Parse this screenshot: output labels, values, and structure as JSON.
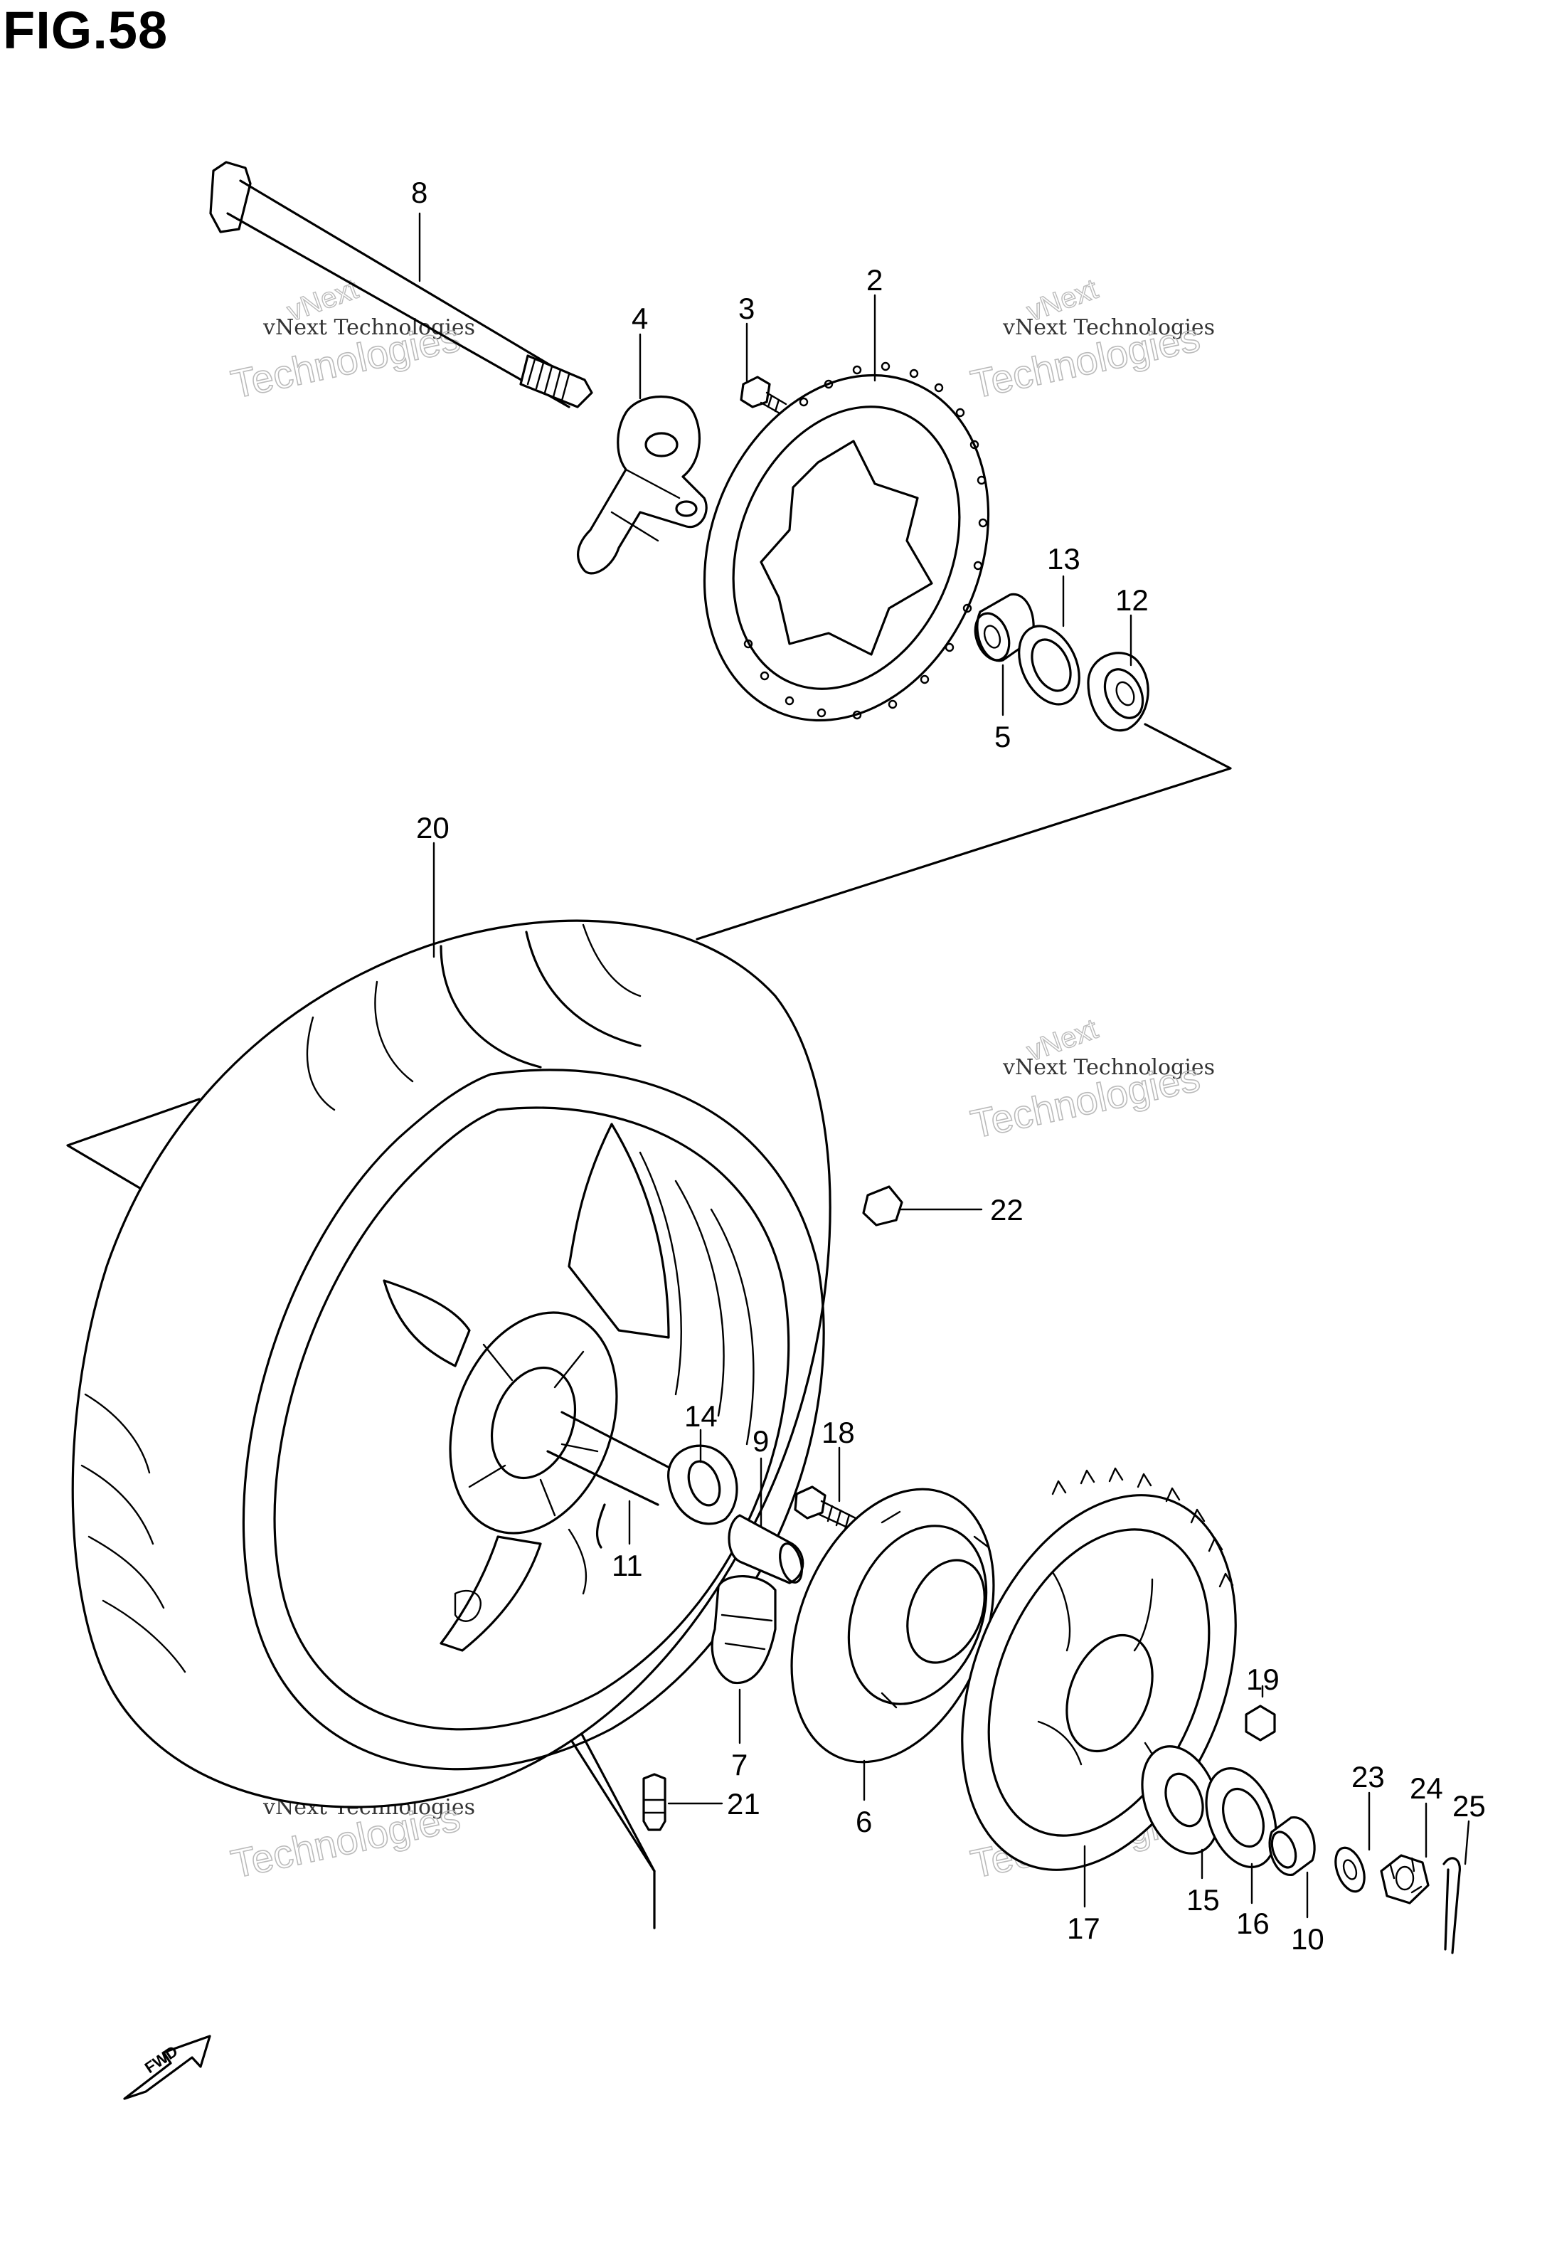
{
  "figure": {
    "title": "FIG.58"
  },
  "watermark": {
    "line1": "vNext Technologies",
    "line2": "Technologies",
    "line3": "vNext"
  },
  "fwd_label": "FWD",
  "parts": [
    {
      "ref": "2"
    },
    {
      "ref": "3"
    },
    {
      "ref": "4"
    },
    {
      "ref": "5"
    },
    {
      "ref": "6"
    },
    {
      "ref": "7"
    },
    {
      "ref": "8"
    },
    {
      "ref": "9"
    },
    {
      "ref": "10"
    },
    {
      "ref": "11"
    },
    {
      "ref": "12"
    },
    {
      "ref": "13"
    },
    {
      "ref": "14"
    },
    {
      "ref": "15"
    },
    {
      "ref": "16"
    },
    {
      "ref": "17"
    },
    {
      "ref": "18"
    },
    {
      "ref": "19"
    },
    {
      "ref": "20"
    },
    {
      "ref": "21"
    },
    {
      "ref": "22"
    },
    {
      "ref": "23"
    },
    {
      "ref": "24"
    },
    {
      "ref": "25"
    }
  ]
}
